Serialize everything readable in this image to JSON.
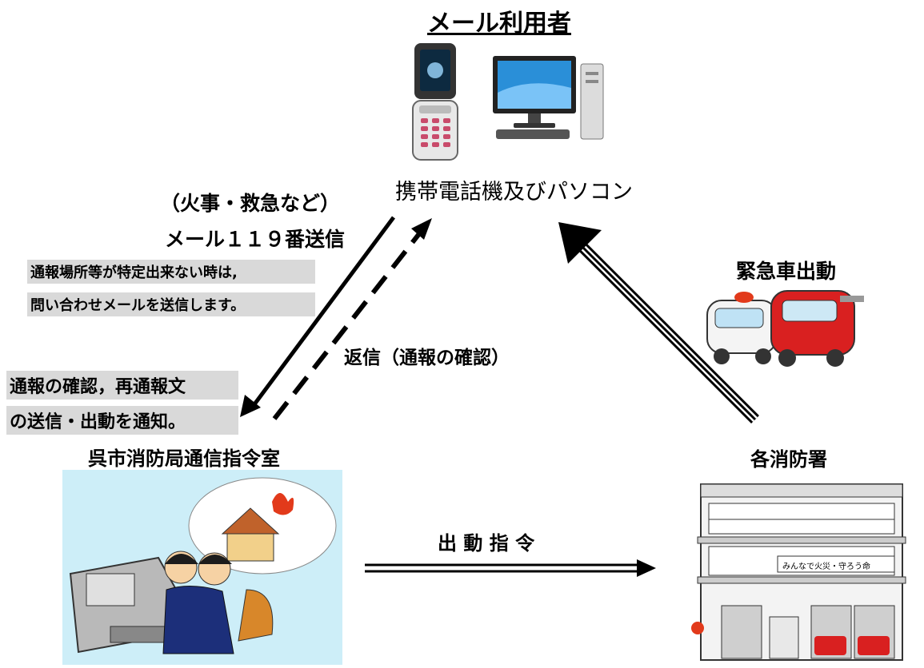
{
  "title": "メール利用者",
  "device_label": "携帯電話機及びパソコン",
  "send_label_1": "（火事・救急など）",
  "send_label_2": "メール１１９番送信",
  "note_line_1": "通報場所等が特定出来ない時は,",
  "note_line_2": "問い合わせメールを送信します。",
  "reply_label": "返信（通報の確認）",
  "confirm_line_1": "通報の確認，再通報文",
  "confirm_line_2": "の送信・出動を通知。",
  "command_center_label": "呉市消防局通信指令室",
  "stations_label": "各消防署",
  "dispatch_label": "出 動 指 令",
  "emergency_label": "緊急車出動",
  "station_sign": "みんなで火災・守ろう命",
  "colors": {
    "sky": "#cdeef8",
    "screen": "#2a8fd8",
    "fire": "#e23a1b",
    "truck_red": "#d92020"
  }
}
